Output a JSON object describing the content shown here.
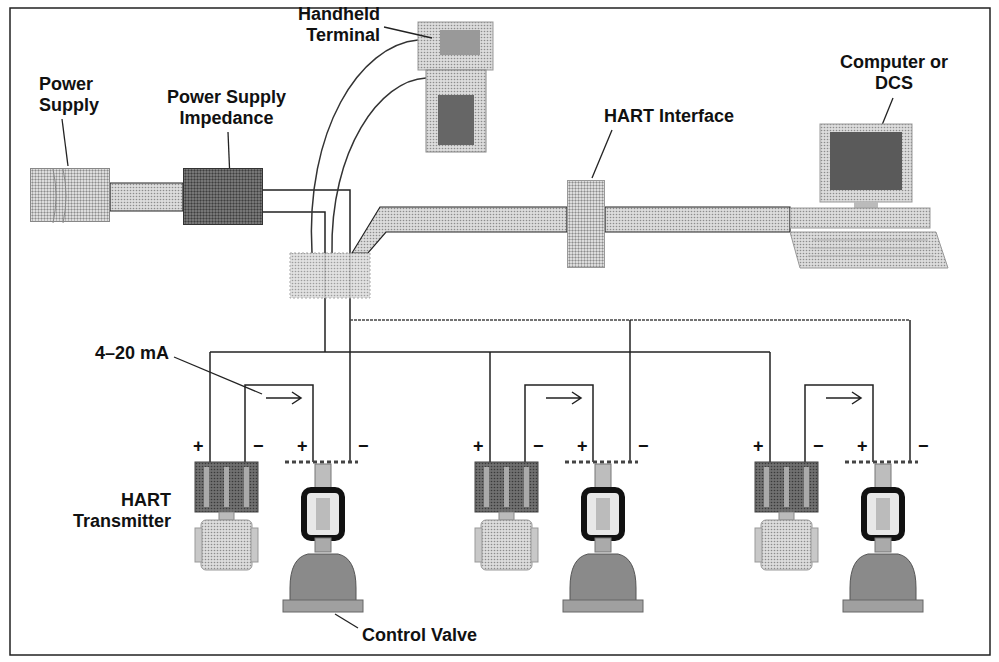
{
  "diagram": {
    "nodes": [
      {
        "text": [
          "Power Supply"
        ]
      },
      {
        "text": [
          "Power Supply Impedance"
        ]
      },
      {
        "text": [
          "HART Interface"
        ]
      },
      {
        "text": [
          "Computer or DCS"
        ]
      }
    ],
    "edges": [
      {
        "from": 0,
        "to": 1,
        "arrow": "none"
      },
      {
        "from": 2,
        "to": 3,
        "arrow": "none"
      }
    ],
    "labels": [
      "Handheld Terminal",
      "4–20 mA",
      "HART Transmitter",
      "Control Valve",
      "+",
      "−",
      "+",
      "−",
      "+",
      "−",
      "+",
      "−",
      "+",
      "−",
      "+",
      "−"
    ]
  }
}
